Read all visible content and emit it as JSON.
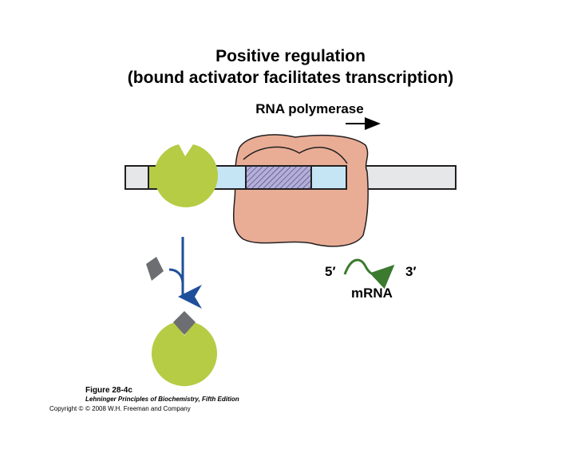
{
  "title": {
    "line1": "Positive regulation",
    "line2": "(bound activator facilitates transcription)"
  },
  "labels": {
    "rna_polymerase": "RNA polymerase",
    "five_prime": "5′",
    "three_prime": "3′",
    "mrna": "mRNA"
  },
  "caption": {
    "figure": "Figure 28-4c",
    "book": "Lehninger Principles of Biochemistry, Fifth Edition",
    "copyright_prefix": "Copyright ©",
    "copyright": "© 2008 W.H. Freeman and Company"
  },
  "colors": {
    "activator": "#b5cc44",
    "inducer": "#6d6e71",
    "polymerase": "#e9ad96",
    "dna": "#e6e7e8",
    "binding_site": "#c5e5f5",
    "promoter": "#b3afd8",
    "mrna": "#3b7a2f",
    "pathway_arrow": "#1f4f9a"
  }
}
